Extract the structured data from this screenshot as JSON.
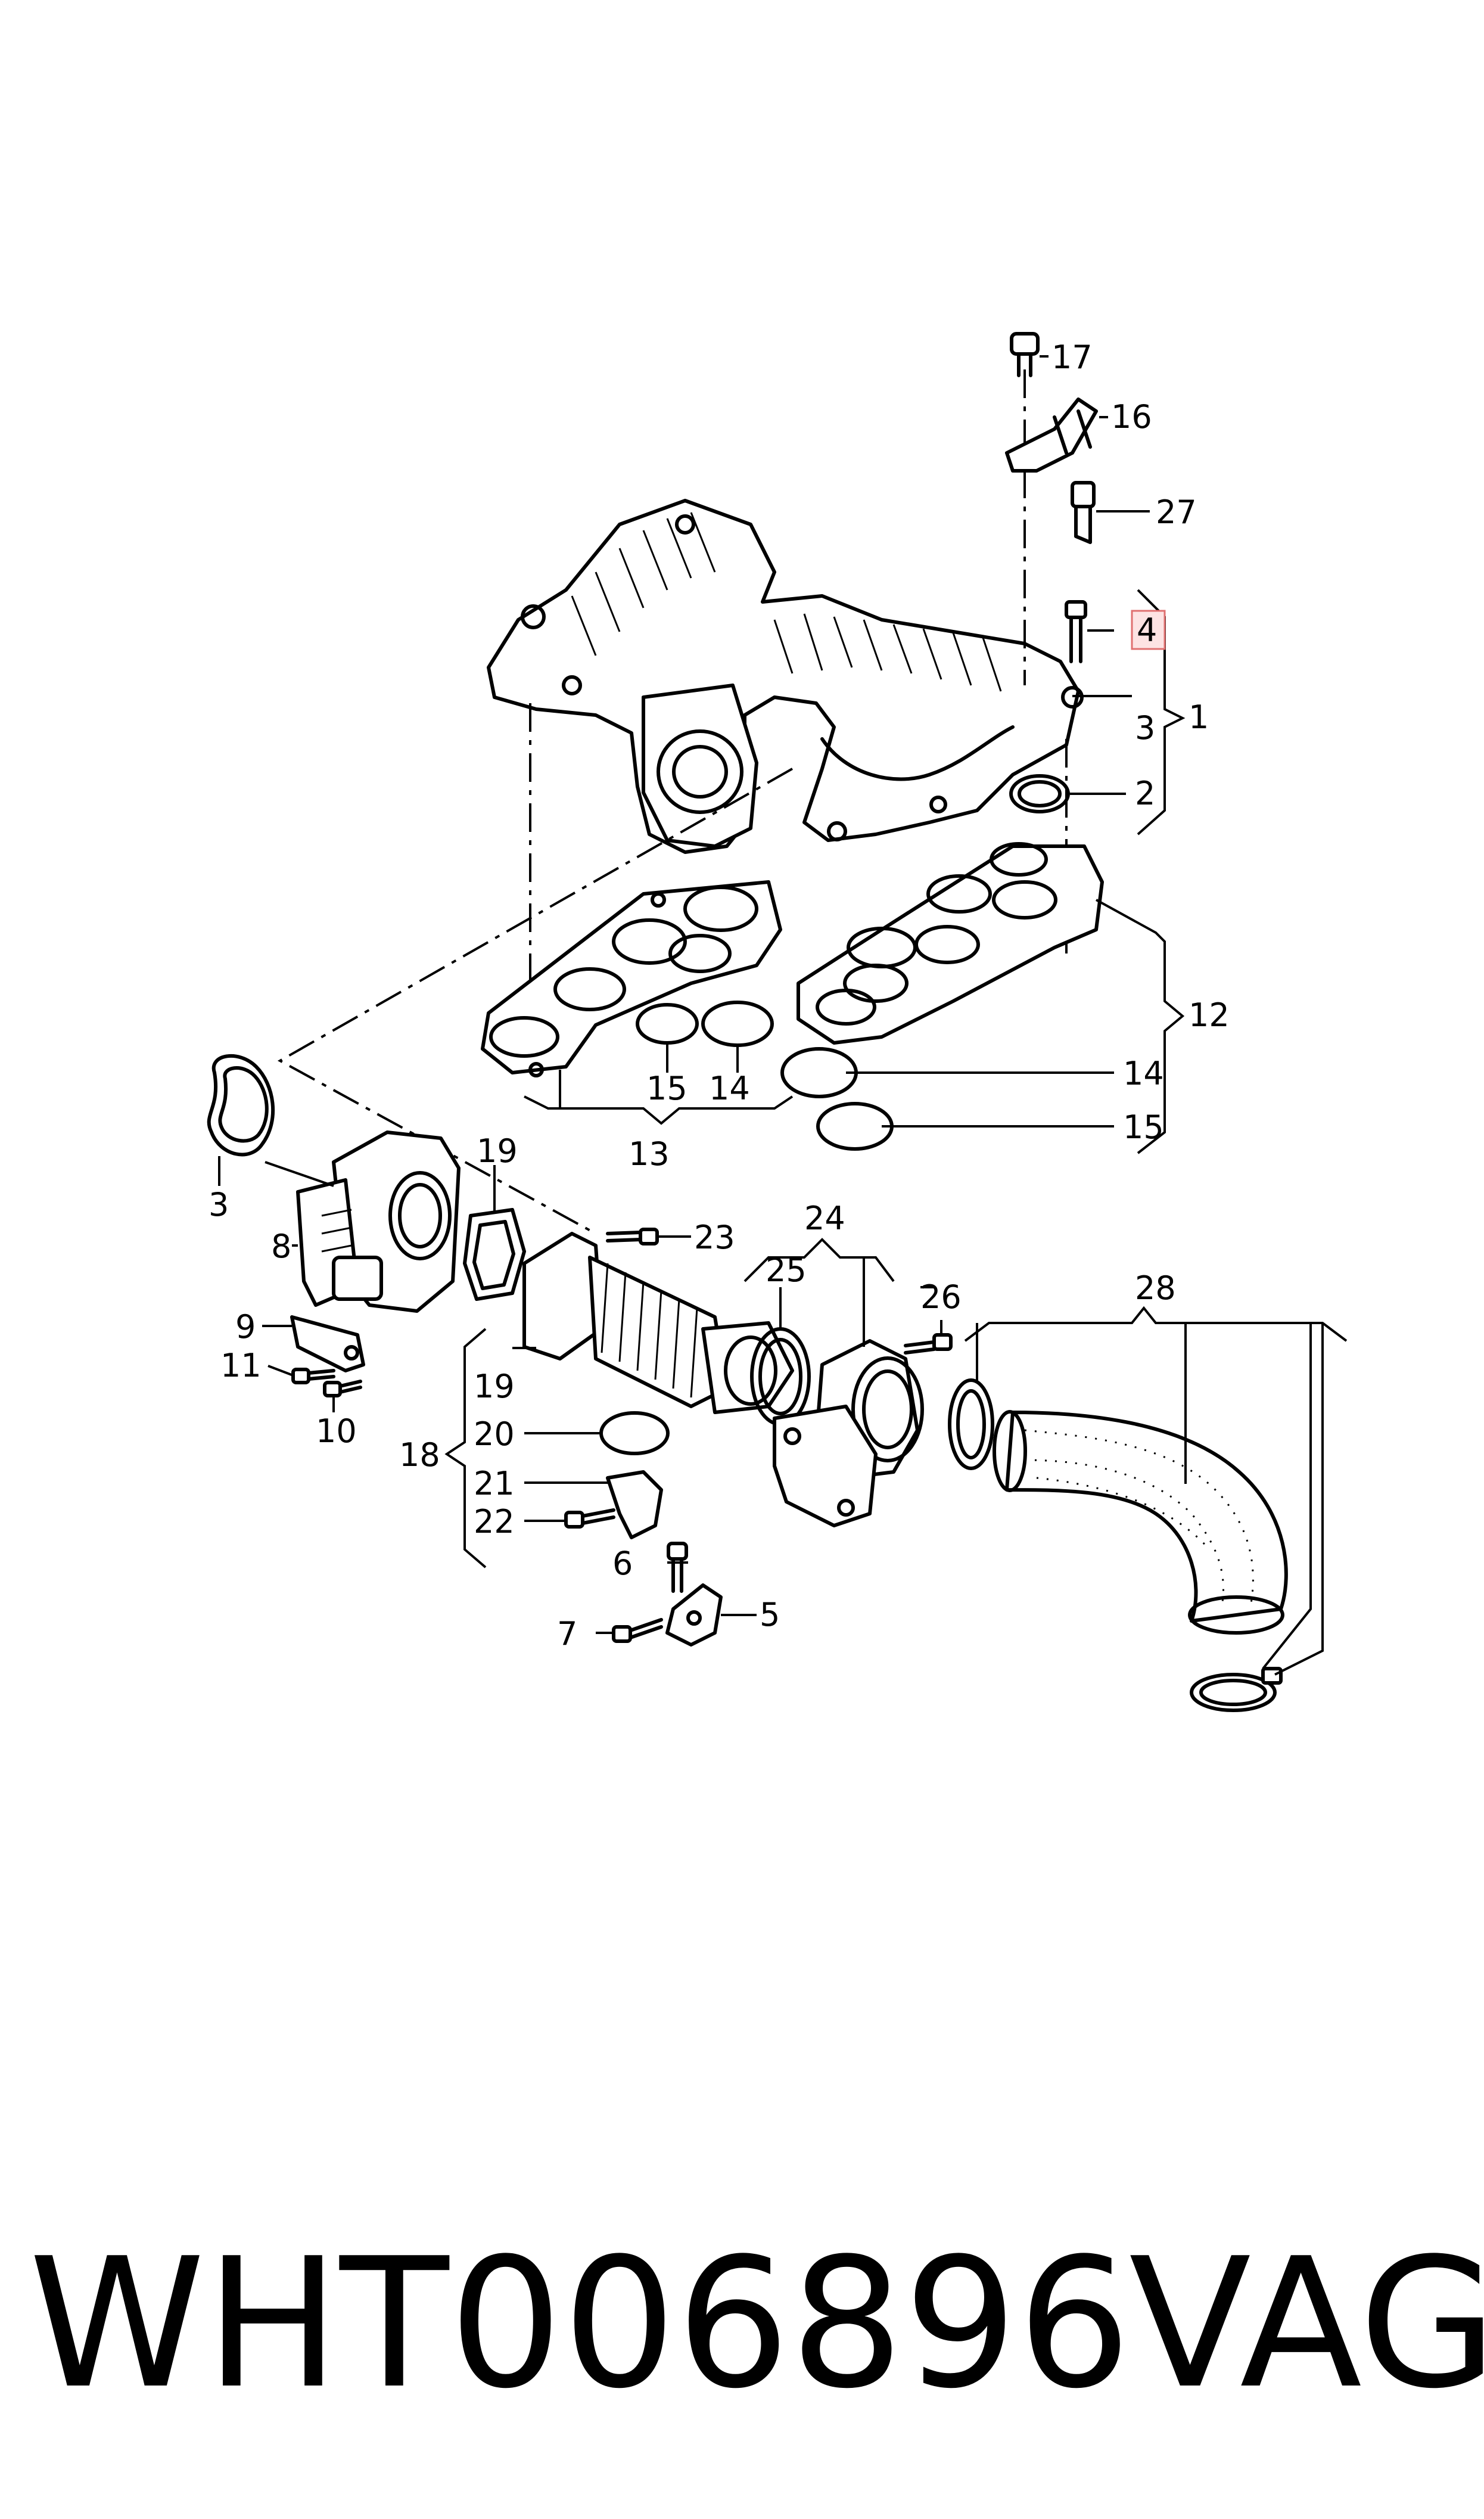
{
  "callouts": {
    "c1": "1",
    "c2": "2",
    "c3a": "3",
    "c3b": "3",
    "c4": "4",
    "c5": "5",
    "c6": "6",
    "c7": "7",
    "c8": "8",
    "c9": "9",
    "c10": "10",
    "c11": "11",
    "c12": "12",
    "c13": "13",
    "c14a": "14",
    "c14b": "14",
    "c15a": "15",
    "c15b": "15",
    "c16": "16",
    "c17": "17",
    "c18": "18",
    "c19a": "19",
    "c19b": "19",
    "c20": "20",
    "c21": "21",
    "c22": "22",
    "c23": "23",
    "c24": "24",
    "c25": "25",
    "c26": "26",
    "c27": "27",
    "c28": "28"
  },
  "highlighted_callout": "4",
  "highlight_color": "#fde3e3",
  "footer": {
    "part_number": "WHT006896",
    "brand": "VAG"
  }
}
